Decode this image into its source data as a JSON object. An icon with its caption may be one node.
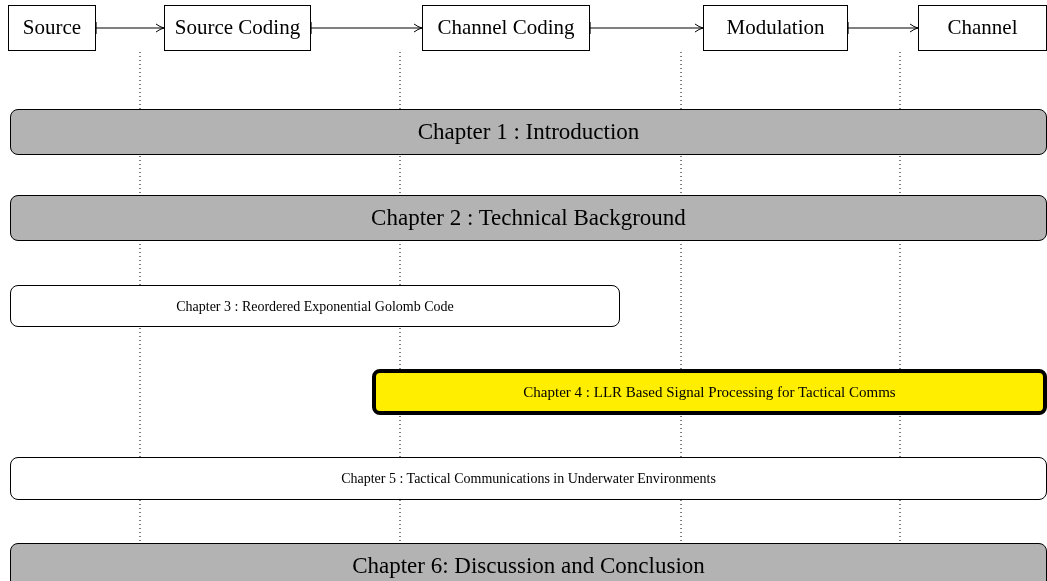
{
  "diagram": {
    "nodes": [
      {
        "text": [
          "Source"
        ]
      },
      {
        "text": [
          "Source Coding"
        ]
      },
      {
        "text": [
          "Channel Coding"
        ]
      },
      {
        "text": [
          "Modulation"
        ]
      },
      {
        "text": [
          "Channel"
        ]
      },
      {
        "text": [
          "Chapter 1 : Introduction"
        ]
      },
      {
        "text": [
          "Chapter 2 : Technical Background"
        ]
      },
      {
        "text": [
          "Chapter 3 : Reordered Exponential Golomb Code"
        ]
      },
      {
        "text": [
          "Chapter 4 : LLR Based Signal Processing for Tactical Comms"
        ]
      },
      {
        "text": [
          "Chapter 5 : Tactical Communications in Underwater Environments"
        ]
      },
      {
        "text": [
          "Chapter 6: Discussion and Conclusion"
        ]
      }
    ],
    "edges": [
      {
        "from": 0,
        "to": 1,
        "arrow": "to"
      },
      {
        "from": 1,
        "to": 2,
        "arrow": "to"
      },
      {
        "from": 2,
        "to": 3,
        "arrow": "to"
      },
      {
        "from": 3,
        "to": 4,
        "arrow": "to"
      }
    ]
  }
}
